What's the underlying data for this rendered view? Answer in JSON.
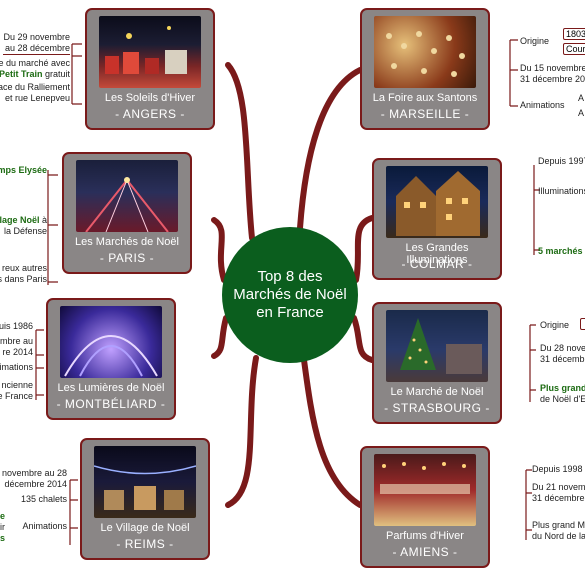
{
  "center": {
    "line1": "Top 8 des",
    "line2": "Marchés de Noël",
    "line3": "en France"
  },
  "markets": [
    {
      "title": "Les Soleils d'Hiver",
      "city": "- ANGERS -"
    },
    {
      "title": "La Foire aux Santons",
      "city": "- MARSEILLE -"
    },
    {
      "title": "Les Marchés de Noël",
      "city": "- PARIS -"
    },
    {
      "title": "Les Grandes Illuminations",
      "city": "- COLMAR -"
    },
    {
      "title": "Les Lumières de Noël",
      "city": "- MONTBÉLIARD -"
    },
    {
      "title": "Le Marché de Noël",
      "city": "- STRASBOURG -"
    },
    {
      "title": "Le Village de Noël",
      "city": "- REIMS -"
    },
    {
      "title": "Parfums d'Hiver",
      "city": "- AMIENS -"
    }
  ],
  "notes": {
    "angers": [
      "Du 29 novembre",
      "au 28 décembre",
      "e du marché avec",
      "Petit Train",
      "gratuit",
      "ace du Ralliement",
      "et rue Lenepveu"
    ],
    "marseille": [
      "Origine",
      "1803",
      "Cours",
      "Du 15 novembre",
      "31 décembre 20",
      "Animations",
      "A",
      "A"
    ],
    "paris": [
      "mps Elysée",
      "illage Noël",
      "à",
      "la Défense",
      "reux autres",
      "s dans Paris"
    ],
    "colmar": [
      "Depuis 1997",
      "Illuminations",
      "5 marchés"
    ],
    "montbeliard": [
      "uis 1986",
      "mbre au",
      "re 2014",
      "nimations",
      "ncienne",
      "e France"
    ],
    "strasbourg": [
      "Origine",
      "Du 28 nove",
      "31 décemb",
      "Plus grand",
      "de Noël d'E"
    ],
    "reims": [
      "novembre au 28",
      "décembre 2014",
      "135 chalets",
      "Animations",
      "e",
      "ir",
      "s"
    ],
    "amiens": [
      "Depuis 1998",
      "Du 21 novem",
      "31 décembre",
      "Plus grand M",
      "du Nord de la"
    ]
  },
  "colors": {
    "center": "#0b5e1e",
    "connector": "#7a1a1a",
    "card": "#8a8686",
    "highlight": "#1c6b12"
  }
}
